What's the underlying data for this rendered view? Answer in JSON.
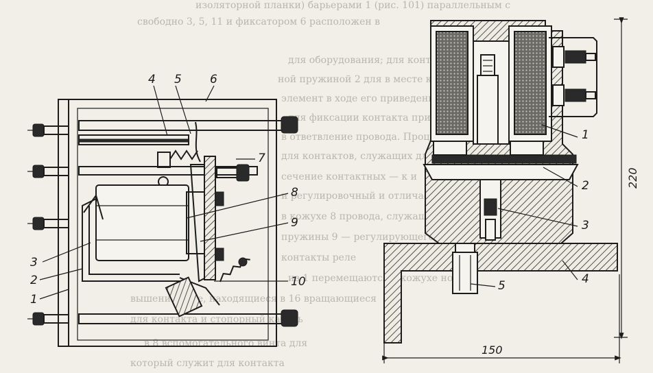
{
  "background_text": [
    "изоляторной планки) барьерами 1 (рис. 101) параллельным с",
    "свободно 3, 5, 11 и фиксатором 6 расположен в",
    "для оборудования; для контактных губок 1",
    "ной пружиной 2 для в месте крепления и магнитная",
    "элемент в ходе его приведения в действие",
    "для фиксации контакта при срабатывании реле",
    "в ответвление провода. Процесс",
    "для контактов, служащих для коммутации",
    "сечение контактных — к и",
    "и регулировочный и отличается",
    "в кожухе 8 провода, служащего",
    "пружины 9 — регулирующего",
    "контакты реле",
    "из 1 перемещаются в кожухе ног",
    "вышение реле, находящиеся в 16 вращающиеся",
    "для контакта и стопорный кабель",
    "в 8 вспомогательного винта для",
    "который служит для контакта"
  ],
  "left_figure": {
    "labels": [
      "4",
      "5",
      "6",
      "7",
      "8",
      "9",
      "3",
      "2",
      "1",
      "10"
    ]
  },
  "right_figure": {
    "labels": [
      "1",
      "2",
      "3",
      "4",
      "5"
    ],
    "dim_height": "220",
    "dim_width": "150"
  }
}
